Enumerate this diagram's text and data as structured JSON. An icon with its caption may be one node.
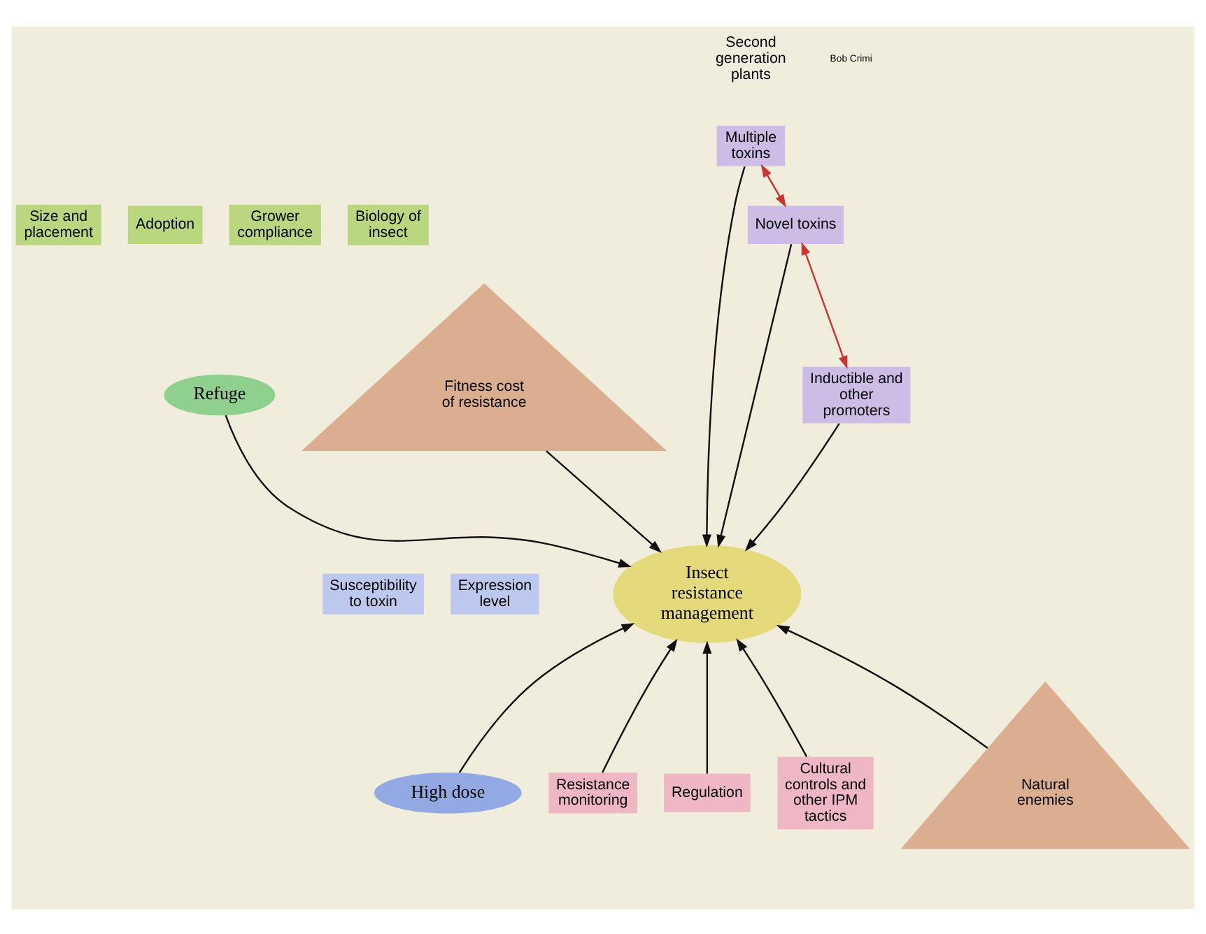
{
  "diagram": {
    "nodes": [
      {
        "text": [
          "Insect resistance management"
        ]
      },
      {
        "text": [
          "Refuge"
        ]
      },
      {
        "text": [
          "Size and placement"
        ]
      },
      {
        "text": [
          "Adoption"
        ]
      },
      {
        "text": [
          "Grower compliance"
        ]
      },
      {
        "text": [
          "Biology of insect"
        ]
      },
      {
        "text": [
          "Fitness cost of resistance"
        ]
      },
      {
        "text": [
          "Multiple toxins"
        ]
      },
      {
        "text": [
          "Novel toxins"
        ]
      },
      {
        "text": [
          "Inductible and other promoters"
        ]
      },
      {
        "text": [
          "Susceptibility to toxin"
        ]
      },
      {
        "text": [
          "High dose"
        ]
      },
      {
        "text": [
          "Expression level"
        ]
      },
      {
        "text": [
          "Resistance monitoring"
        ]
      },
      {
        "text": [
          "Regulation"
        ]
      },
      {
        "text": [
          "Cultural controls and other IPM tactics"
        ]
      },
      {
        "text": [
          "Natural enemies"
        ]
      }
    ],
    "edges": [
      {
        "from": 1,
        "to": 0,
        "arrow": "to"
      },
      {
        "from": 6,
        "to": 0,
        "arrow": "to"
      },
      {
        "from": 7,
        "to": 0,
        "arrow": "to"
      },
      {
        "from": 8,
        "to": 0,
        "arrow": "to"
      },
      {
        "from": 9,
        "to": 0,
        "arrow": "to"
      },
      {
        "from": 7,
        "to": 8,
        "arrow": "both",
        "color": "#cc3333"
      },
      {
        "from": 8,
        "to": 9,
        "arrow": "both",
        "color": "#cc3333"
      },
      {
        "from": 11,
        "to": 0,
        "arrow": "to"
      },
      {
        "from": 13,
        "to": 0,
        "arrow": "to"
      },
      {
        "from": 14,
        "to": 0,
        "arrow": "to"
      },
      {
        "from": 15,
        "to": 0,
        "arrow": "to"
      },
      {
        "from": 16,
        "to": 0,
        "arrow": "to"
      }
    ],
    "labels": [
      "Second generation plants",
      "Bob Crimi"
    ]
  }
}
